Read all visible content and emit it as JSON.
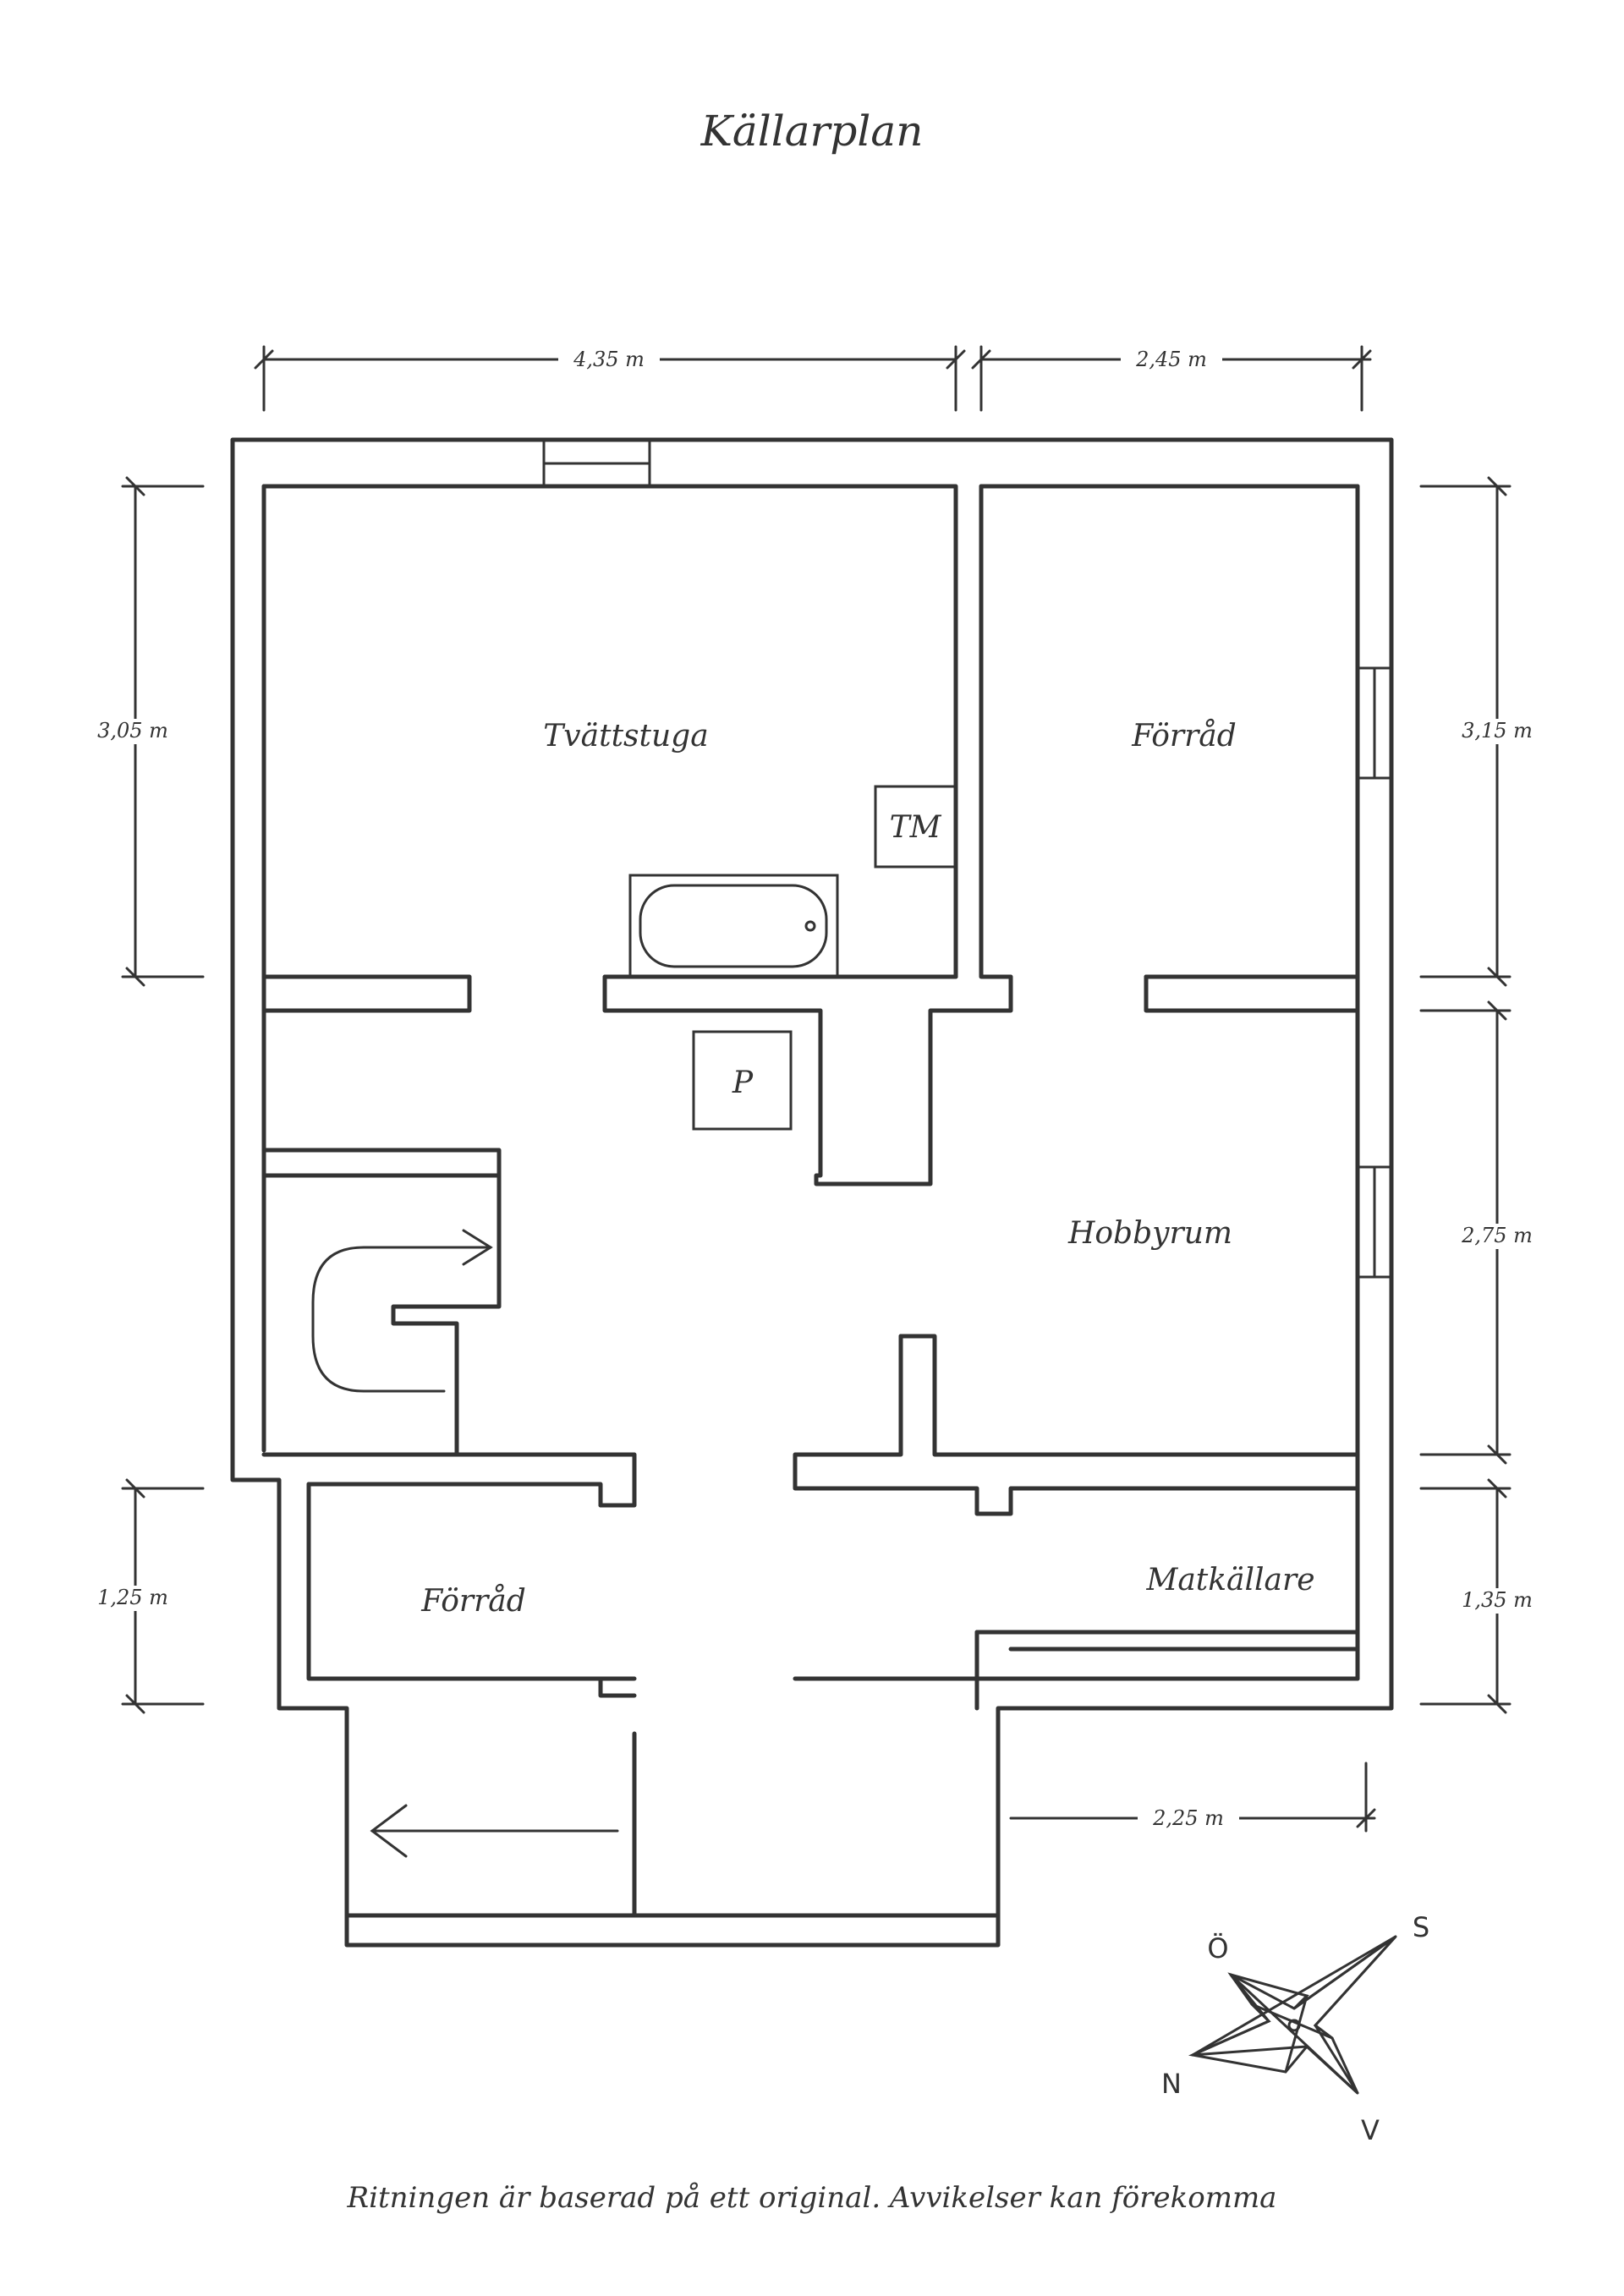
{
  "title": "Källarplan",
  "rooms": {
    "tvattstuga": "Tvättstuga",
    "forrad_top": "Förråd",
    "hobbyrum": "Hobbyrum",
    "forrad_bottom": "Förråd",
    "matkallare": "Matkällare"
  },
  "fixtures": {
    "tm": "TM",
    "p": "P"
  },
  "dimensions": {
    "top_left": "4,35 m",
    "top_right": "2,45 m",
    "left_upper": "3,05 m",
    "left_lower": "1,25 m",
    "right_upper": "3,15 m",
    "right_middle": "2,75 m",
    "right_lower": "1,35 m",
    "bottom_right": "2,25 m"
  },
  "compass": {
    "north": "N",
    "east": "Ö",
    "south": "S",
    "west": "V"
  },
  "footer": "Ritningen är baserad på ett original. Avvikelser kan förekomma",
  "colors": {
    "line": "#333333",
    "background": "#ffffff"
  }
}
